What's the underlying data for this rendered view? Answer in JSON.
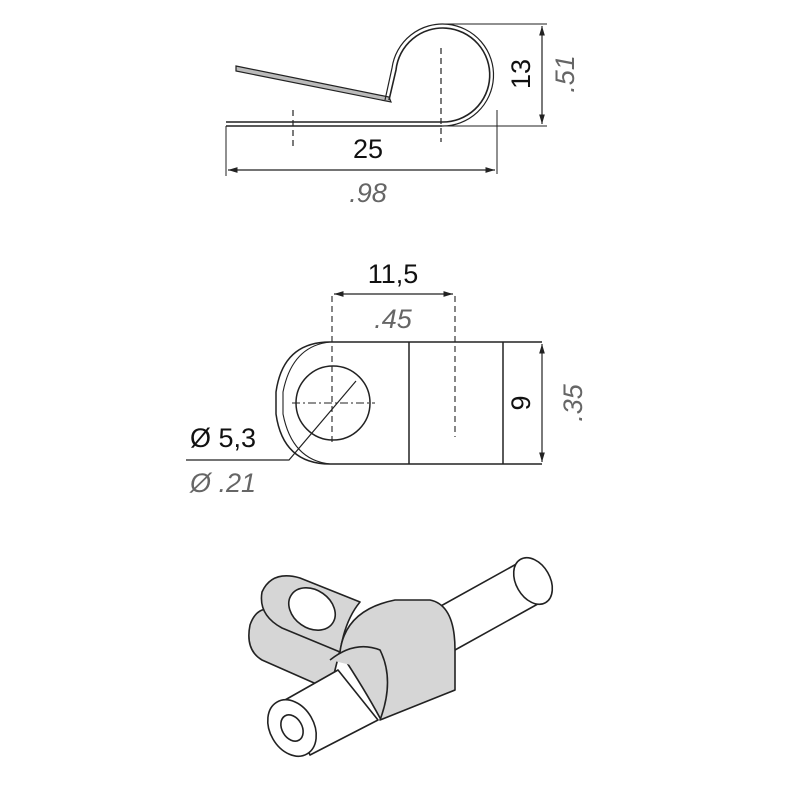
{
  "side_view": {
    "height_mm": "13",
    "height_in": ".51",
    "length_mm": "25",
    "length_in": ".98"
  },
  "top_view": {
    "hole_spacing_mm": "11,5",
    "hole_spacing_in": ".45",
    "width_mm": "9",
    "width_in": ".35",
    "hole_diameter_mm": "Ø 5,3",
    "hole_diameter_in": "Ø .21"
  },
  "colors": {
    "line": "#222222",
    "imperial_text": "#666666",
    "clamp_fill": "#d6d6d6"
  }
}
